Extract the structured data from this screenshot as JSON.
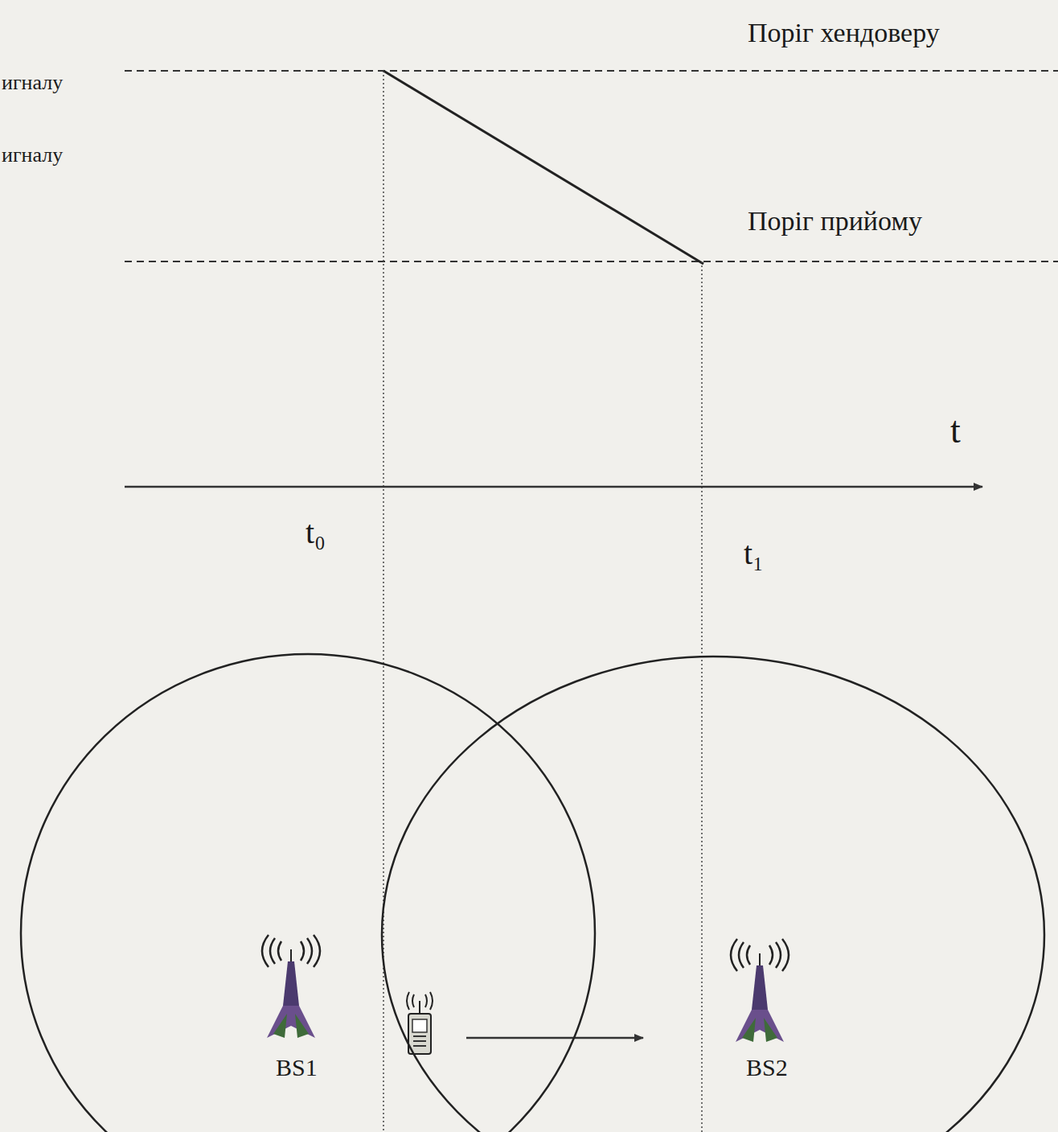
{
  "diagram": {
    "nodes": [
      {
        "text": [
          "BS1"
        ]
      },
      {
        "text": [
          "BS2"
        ]
      }
    ],
    "labels": [
      "игналу",
      "игналу",
      "Поріг хендоверу",
      "Поріг прийому",
      "t",
      "t₀",
      "t₁"
    ]
  }
}
